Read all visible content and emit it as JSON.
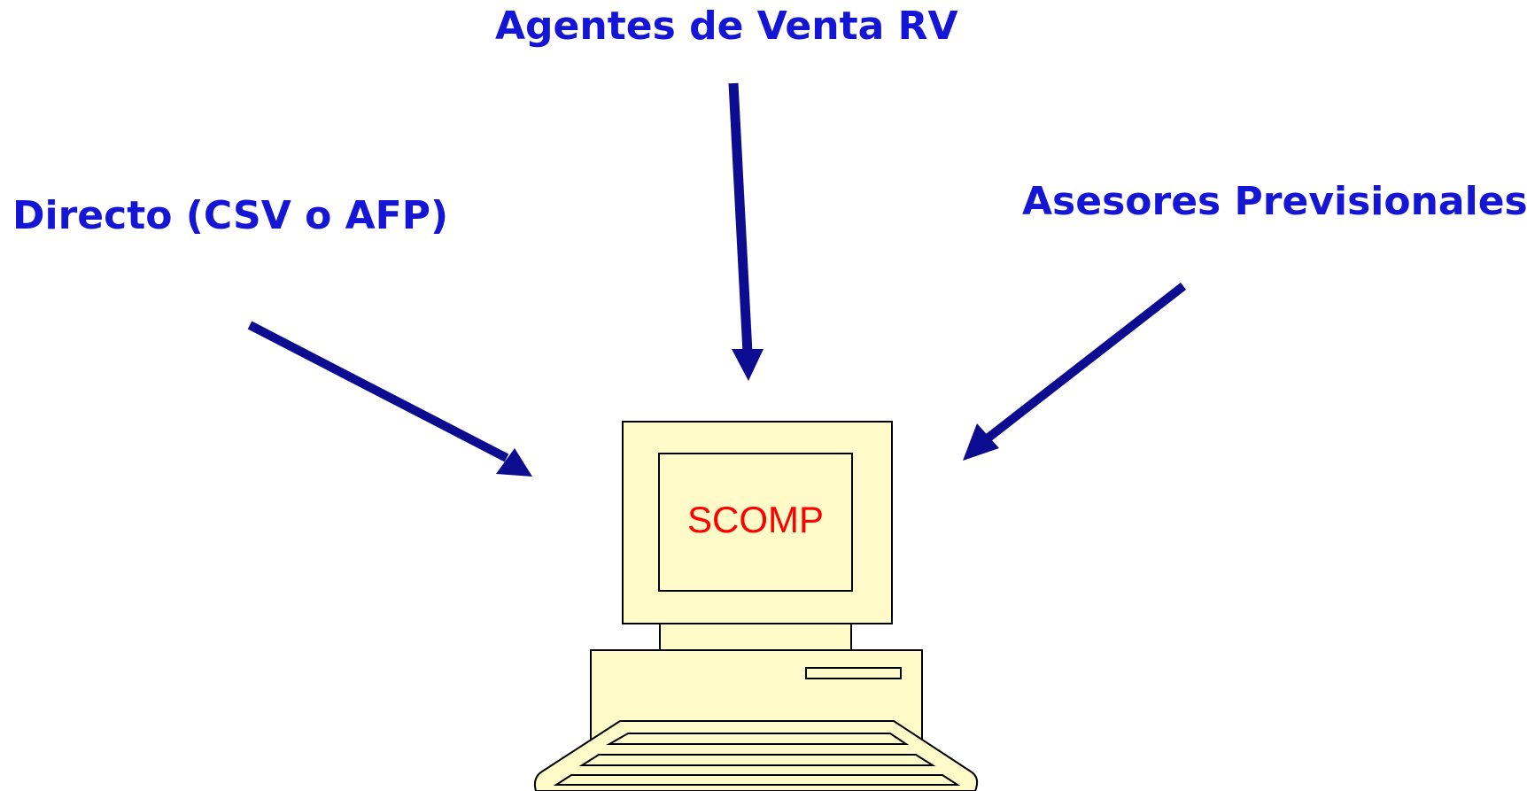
{
  "colors": {
    "label_text": "#1515d6",
    "arrow": "#0c0c90",
    "computer_fill": "#fffbc8",
    "computer_stroke": "#000000",
    "screen_text": "#ff0000"
  },
  "diagram": {
    "top_label": "Agentes de Venta RV",
    "left_label": "Directo (CSV o AFP)",
    "right_label": "Asesores Previsionales",
    "computer": {
      "screen_text": "SCOMP",
      "icon": "desktop-computer-icon"
    },
    "arrow_icon": "arrow-icon"
  }
}
